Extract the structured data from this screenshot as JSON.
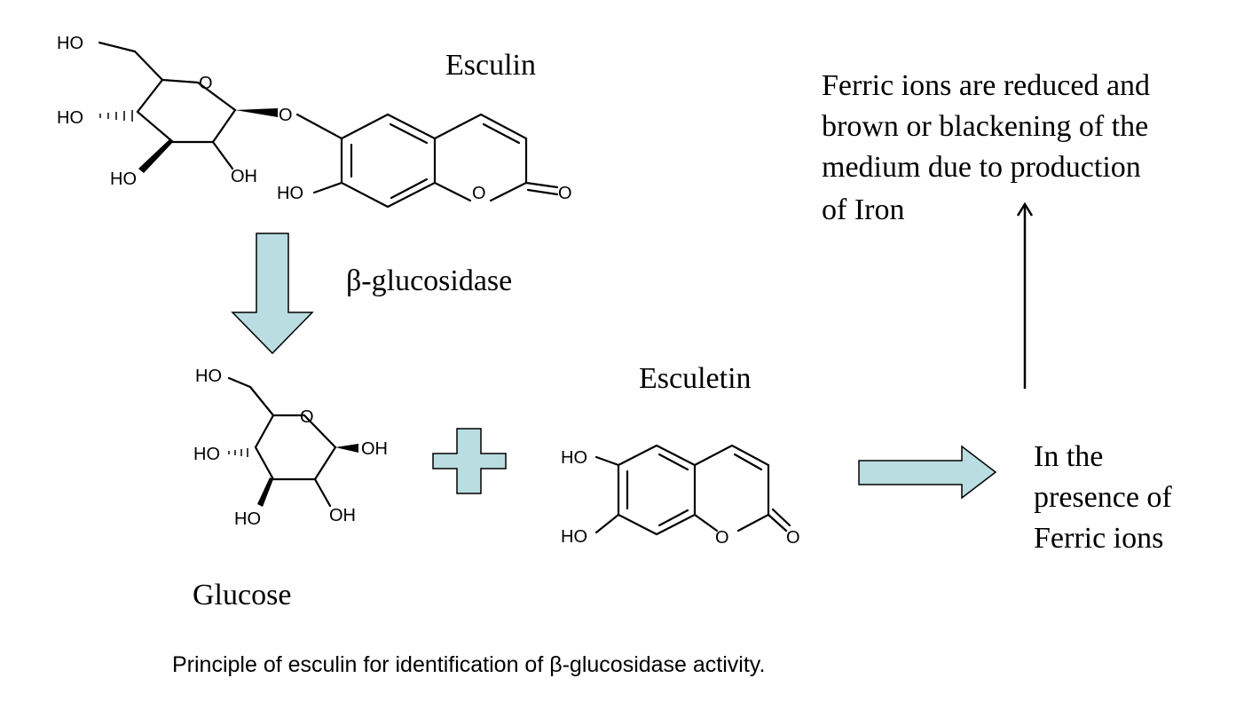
{
  "labels": {
    "esculin": "Esculin",
    "enzyme": "β-glucosidase",
    "glucose": "Glucose",
    "esculetin": "Esculetin",
    "condition_lines": [
      "In the",
      "presence of",
      "Ferric ions"
    ],
    "result_lines": [
      "Ferric ions are reduced and",
      "brown or blackening of the",
      "medium due to production",
      "of Iron"
    ]
  },
  "atoms": {
    "ho": "HO",
    "oh": "OH",
    "o": "O"
  },
  "caption": "Principle of esculin for identification of β-glucosidase activity.",
  "colors": {
    "arrow_fill": "#b9dde0",
    "outline": "#000000"
  }
}
